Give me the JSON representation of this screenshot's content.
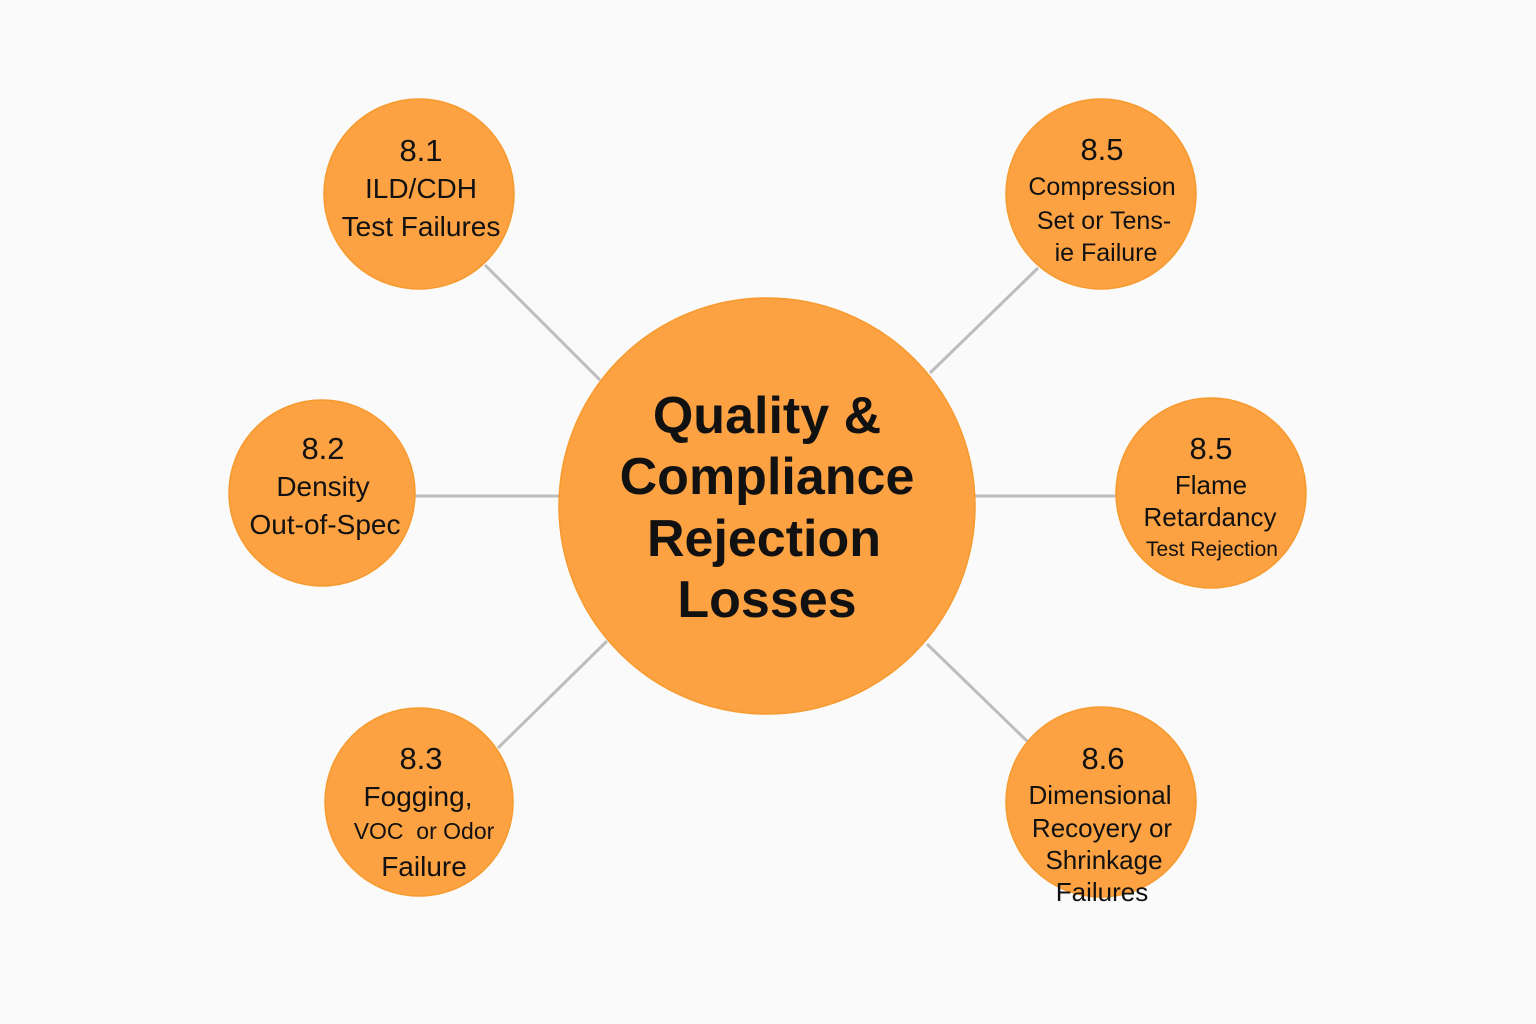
{
  "center": {
    "lines": [
      "Quality &",
      "Compliance",
      "Rejection",
      "Losses"
    ]
  },
  "nodes": [
    {
      "id": "8.1",
      "lines": [
        "ILD/CDH",
        "Test Failures"
      ]
    },
    {
      "id": "8.2",
      "lines": [
        "Density",
        "Out-of-Spec"
      ]
    },
    {
      "id": "8.3",
      "lines": [
        "Fogging,",
        "VOC  or Odor",
        "Failure"
      ]
    },
    {
      "id": "8.5",
      "lines": [
        "Compression",
        "Set or Tens-",
        "ie Failure"
      ]
    },
    {
      "id": "8.5",
      "lines": [
        "Flame",
        "Retardancy",
        "Test Rejection"
      ]
    },
    {
      "id": "8.6",
      "lines": [
        "Dimensional",
        "Recoyery or",
        "Shrinkage",
        "Failures"
      ]
    }
  ],
  "colors": {
    "node": "#fca242",
    "link": "#bdbdbd",
    "background": "#fafafa"
  }
}
